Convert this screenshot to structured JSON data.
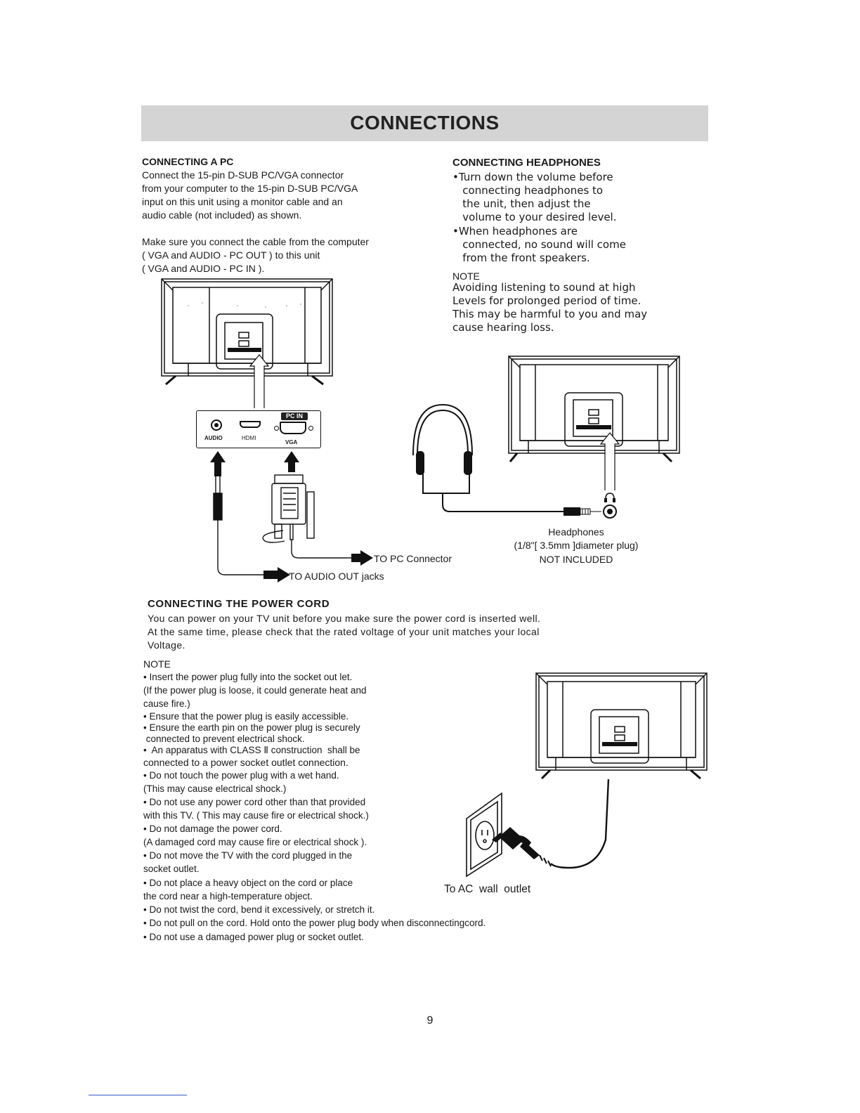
{
  "header": {
    "title": "CONNECTIONS"
  },
  "pc": {
    "heading": "CONNECTING  A   PC",
    "para1": [
      "Connect the 15-pin D-SUB PC/VGA connector",
      "from your computer to the 15-pin D-SUB PC/VGA",
      "input on this unit using a monitor cable and an",
      "audio cable (not included) as shown."
    ],
    "para2": [
      "Make sure you connect the cable from the computer",
      "( VGA  and  AUDIO - PC OUT  ) to this unit",
      "( VGA  and  AUDIO - PC IN )."
    ],
    "panel": {
      "badge": "PC IN",
      "audio": "AUDIO",
      "hdmi": "HDMI",
      "vga": "VGA"
    },
    "to_pc": "TO PC Connector",
    "to_audio": "TO AUDIO OUT jacks"
  },
  "headphones": {
    "heading": "CONNECTING HEADPHONES",
    "lines": [
      "•Turn down the volume before",
      "   connecting headphones to",
      "   the unit, then adjust the",
      "   volume to your desired level.",
      "•When headphones are",
      "   connected, no sound will come",
      "   from the front speakers."
    ],
    "note_label": "NOTE",
    "note_lines": [
      "Avoiding listening to sound at high",
      "Levels for prolonged period of time.",
      "This may be harmful to you and may",
      "cause hearing loss."
    ],
    "caption": [
      "Headphones",
      "(1/8\"[ 3.5mm ]diameter plug)",
      "NOT INCLUDED"
    ]
  },
  "power": {
    "heading": "CONNECTING THE POWER CORD",
    "intro": [
      "You can power on your TV unit before you make sure the power cord is inserted well.",
      "At the same time, please check that the rated voltage of your unit matches your local",
      "Voltage."
    ],
    "note_label": "NOTE",
    "notes": [
      "• Insert the power plug fully into the socket out let.",
      "(If the power plug is loose, it could generate heat and",
      "cause fire.)",
      "• Ensure that the power plug is easily accessible.",
      "• Ensure the earth pin on the power plug is securely",
      " connected to prevent electrical shock.",
      "•  An apparatus with CLASS Ⅱ construction  shall be",
      "connected to a power socket outlet  connection.",
      "• Do not touch the power plug with a wet hand.",
      "(This may cause electrical shock.)",
      "• Do not use any power cord other than that provided",
      "with this TV. ( This may cause fire or electrical shock.)",
      "• Do not damage the power cord.",
      "(A damaged cord may cause fire or electrical shock ).",
      "• Do not move the TV with the cord plugged in the",
      "socket outlet.",
      "• Do not place a heavy object on the cord or place",
      "the cord near a high-temperature object.",
      "• Do not twist the cord, bend it excessively, or stretch it.",
      "• Do not pull on the cord. Hold onto the power plug body when disconnectingcord.",
      "• Do not use a damaged power plug or socket outlet."
    ],
    "outlet_caption": "To AC  wall  outlet"
  },
  "page_number": "9"
}
